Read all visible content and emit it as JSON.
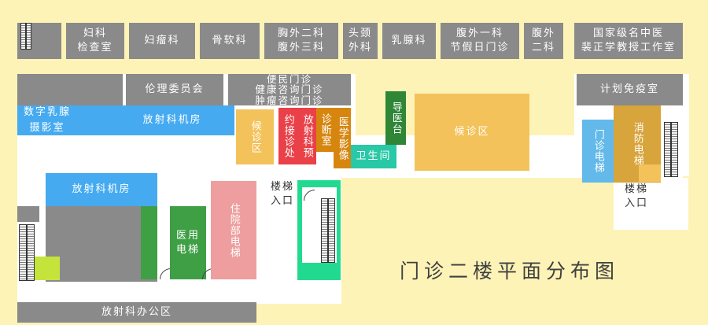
{
  "title": "门诊二楼平面分布图",
  "rooms": {
    "gyn_exam": "妇科\n检查室",
    "gyn_tumor": "妇瘤科",
    "bone": "骨软科",
    "chest": "胸外二科\n腹外三科",
    "head_neck": "头颈\n外科",
    "breast": "乳腺科",
    "abdomen1": "腹外一科\n节假日门诊",
    "abdomen2": "腹外\n二科",
    "tcm": "国家级名中医\n裴正学教授工作室",
    "ethics": "伦理委员会",
    "convenience": "便民门诊\n健康咨询门诊\n肿瘤咨询门诊",
    "family_plan": "计划免疫室",
    "mammo": "数字乳腺\n摄影室",
    "radio_room1": "放射科机房",
    "waiting1": "候诊区",
    "appt": "约接诊处",
    "radio_reserve": "放射科预",
    "diagnosis": "诊断室",
    "imaging": "医学影像",
    "toilet": "卫生间",
    "guide": "导医台",
    "waiting2": "候诊区",
    "fire_elev": "消防电梯",
    "clinic_elev": "门诊电梯",
    "stairs_right": "楼梯\n入口",
    "radio_room2": "放射科机房",
    "stairs_left": "楼梯\n入口",
    "inpatient_elev": "住院部电梯",
    "medical_elev": "医用\n电梯",
    "radio_office": "放射科办公区"
  }
}
